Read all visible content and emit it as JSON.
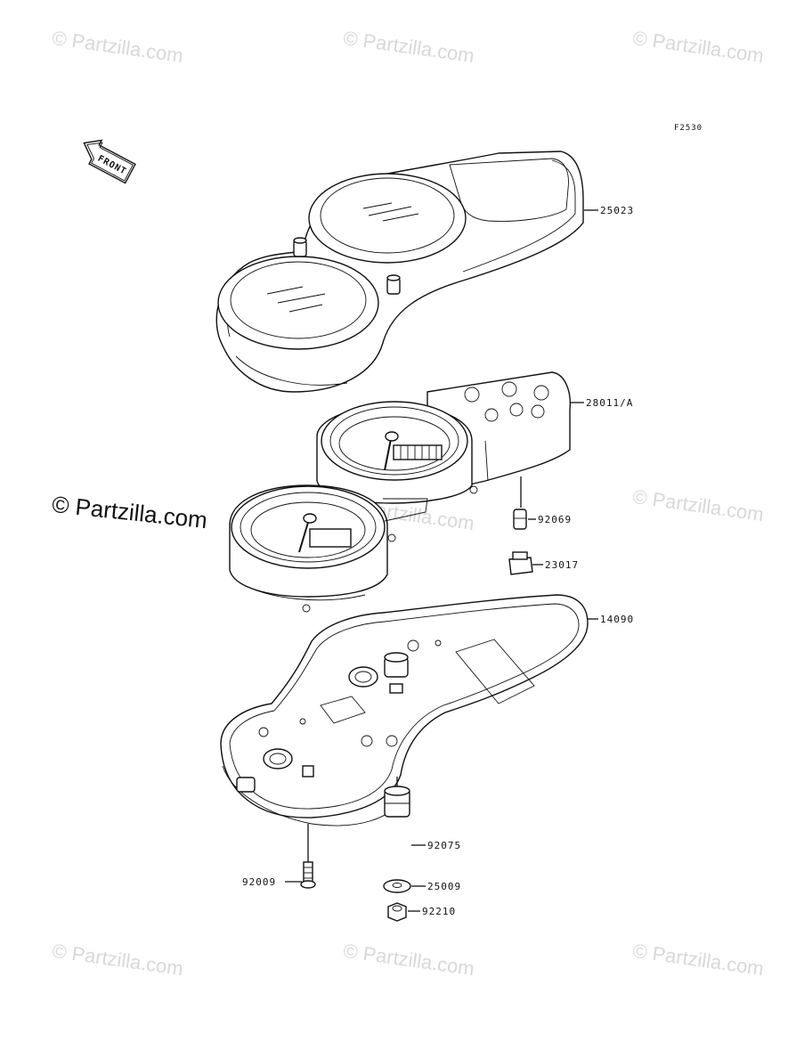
{
  "diagram": {
    "figure_code": "F2530",
    "front_label": "FRONT"
  },
  "watermarks": {
    "faint_text": "© Partzilla.com",
    "main_text": "© Partzilla.com"
  },
  "callouts": [
    {
      "id": "25023",
      "label": "25023"
    },
    {
      "id": "28011",
      "label": "28011/A"
    },
    {
      "id": "92069",
      "label": "92069"
    },
    {
      "id": "23017",
      "label": "23017"
    },
    {
      "id": "14090",
      "label": "14090"
    },
    {
      "id": "92075",
      "label": "92075"
    },
    {
      "id": "92009",
      "label": "92009"
    },
    {
      "id": "25009",
      "label": "25009"
    },
    {
      "id": "92210",
      "label": "92210"
    }
  ],
  "icons": {
    "front_arrow": "arrow-front-icon"
  }
}
